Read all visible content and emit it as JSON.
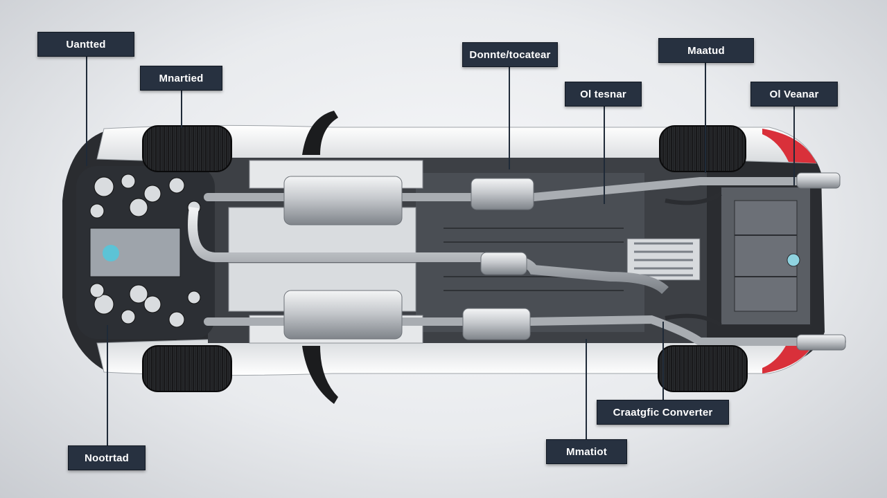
{
  "labels": {
    "top_left_1": "Uantted",
    "top_left_2": "Mnartied",
    "top_center": "Donnte/tocatear",
    "top_center_right": "Ol tesnar",
    "top_right_1": "Maatud",
    "top_right_2": "Ol Veanar",
    "bottom_left": "Nootrtad",
    "bottom_center": "Mmatiot",
    "bottom_right": "Craatgfic Converter"
  },
  "colors": {
    "label_bg": "#273140",
    "leader_line": "#1f2a38",
    "taillight": "#d9303a",
    "body": "#ffffff",
    "chassis": "#3a3d42",
    "metal": "#c9ccd0"
  }
}
